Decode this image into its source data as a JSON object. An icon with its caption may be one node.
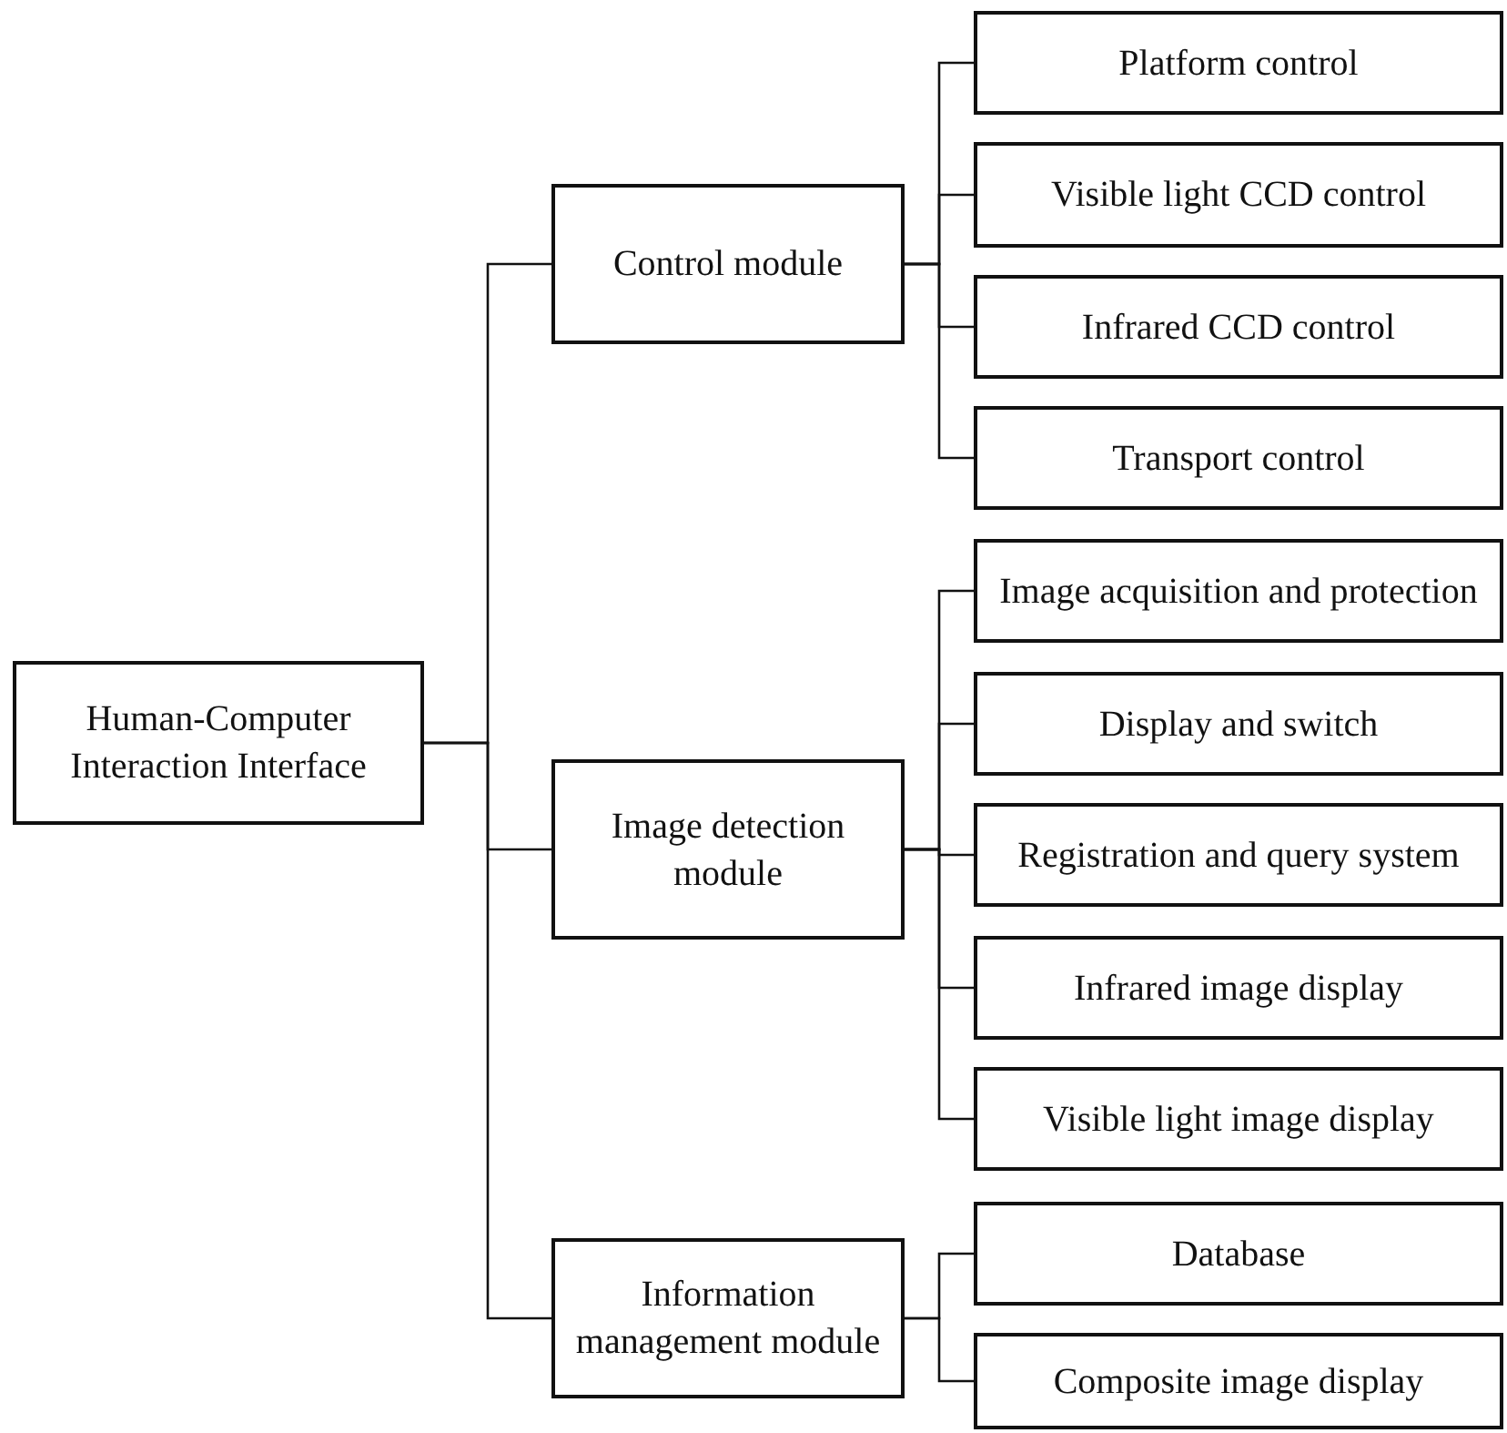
{
  "diagram": {
    "nodes": [
      {
        "text": [
          "Human-Computer Interaction Interface"
        ]
      },
      {
        "text": [
          "Control module"
        ]
      },
      {
        "text": [
          "Platform control"
        ]
      },
      {
        "text": [
          "Visible light CCD control"
        ]
      },
      {
        "text": [
          "Infrared CCD control"
        ]
      },
      {
        "text": [
          "Transport control"
        ]
      },
      {
        "text": [
          "Image detection module"
        ]
      },
      {
        "text": [
          "Image acquisition and protection"
        ]
      },
      {
        "text": [
          "Display and switch"
        ]
      },
      {
        "text": [
          "Registration and query system"
        ]
      },
      {
        "text": [
          "Infrared image display"
        ]
      },
      {
        "text": [
          "Visible light image display"
        ]
      },
      {
        "text": [
          "Information management module"
        ]
      },
      {
        "text": [
          "Database"
        ]
      },
      {
        "text": [
          "Composite image display"
        ]
      }
    ],
    "edges": [
      {
        "from": 0,
        "to": 1,
        "arrow": "none"
      },
      {
        "from": 0,
        "to": 6,
        "arrow": "none"
      },
      {
        "from": 0,
        "to": 12,
        "arrow": "none"
      },
      {
        "from": 1,
        "to": 2,
        "arrow": "none"
      },
      {
        "from": 1,
        "to": 3,
        "arrow": "none"
      },
      {
        "from": 1,
        "to": 4,
        "arrow": "none"
      },
      {
        "from": 1,
        "to": 5,
        "arrow": "none"
      },
      {
        "from": 6,
        "to": 7,
        "arrow": "none"
      },
      {
        "from": 6,
        "to": 8,
        "arrow": "none"
      },
      {
        "from": 6,
        "to": 9,
        "arrow": "none"
      },
      {
        "from": 6,
        "to": 10,
        "arrow": "none"
      },
      {
        "from": 6,
        "to": 11,
        "arrow": "none"
      },
      {
        "from": 12,
        "to": 13,
        "arrow": "none"
      },
      {
        "from": 12,
        "to": 14,
        "arrow": "none"
      }
    ]
  }
}
